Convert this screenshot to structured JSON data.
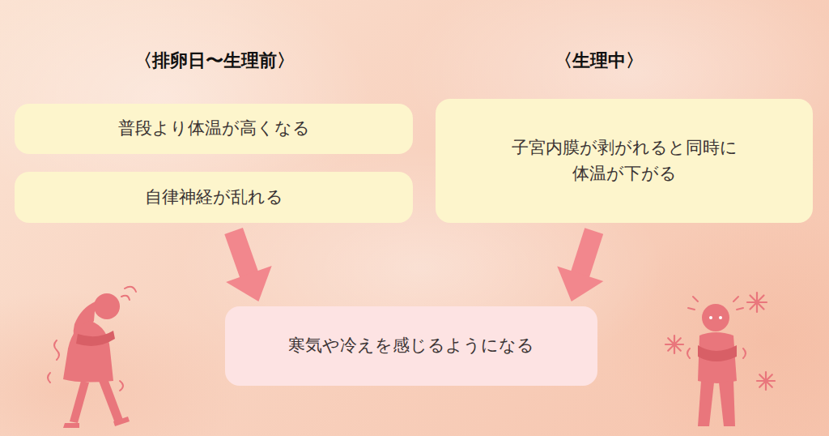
{
  "diagram": {
    "nodes": [
      {
        "text": [
          "普段より体温が高くなる"
        ]
      },
      {
        "text": [
          "自律神経が乱れる"
        ]
      },
      {
        "text": [
          "子宮内膜が剥がれると同時に 体温が下がる"
        ]
      },
      {
        "text": [
          "寒気や冷えを感じるようになる"
        ]
      }
    ],
    "edges": [
      {
        "from": 1,
        "to": 3,
        "arrow": "to"
      },
      {
        "from": 2,
        "to": 3,
        "arrow": "to"
      }
    ],
    "labels": [
      "〈排卵日〜生理前〉",
      "〈生理中〉"
    ]
  }
}
